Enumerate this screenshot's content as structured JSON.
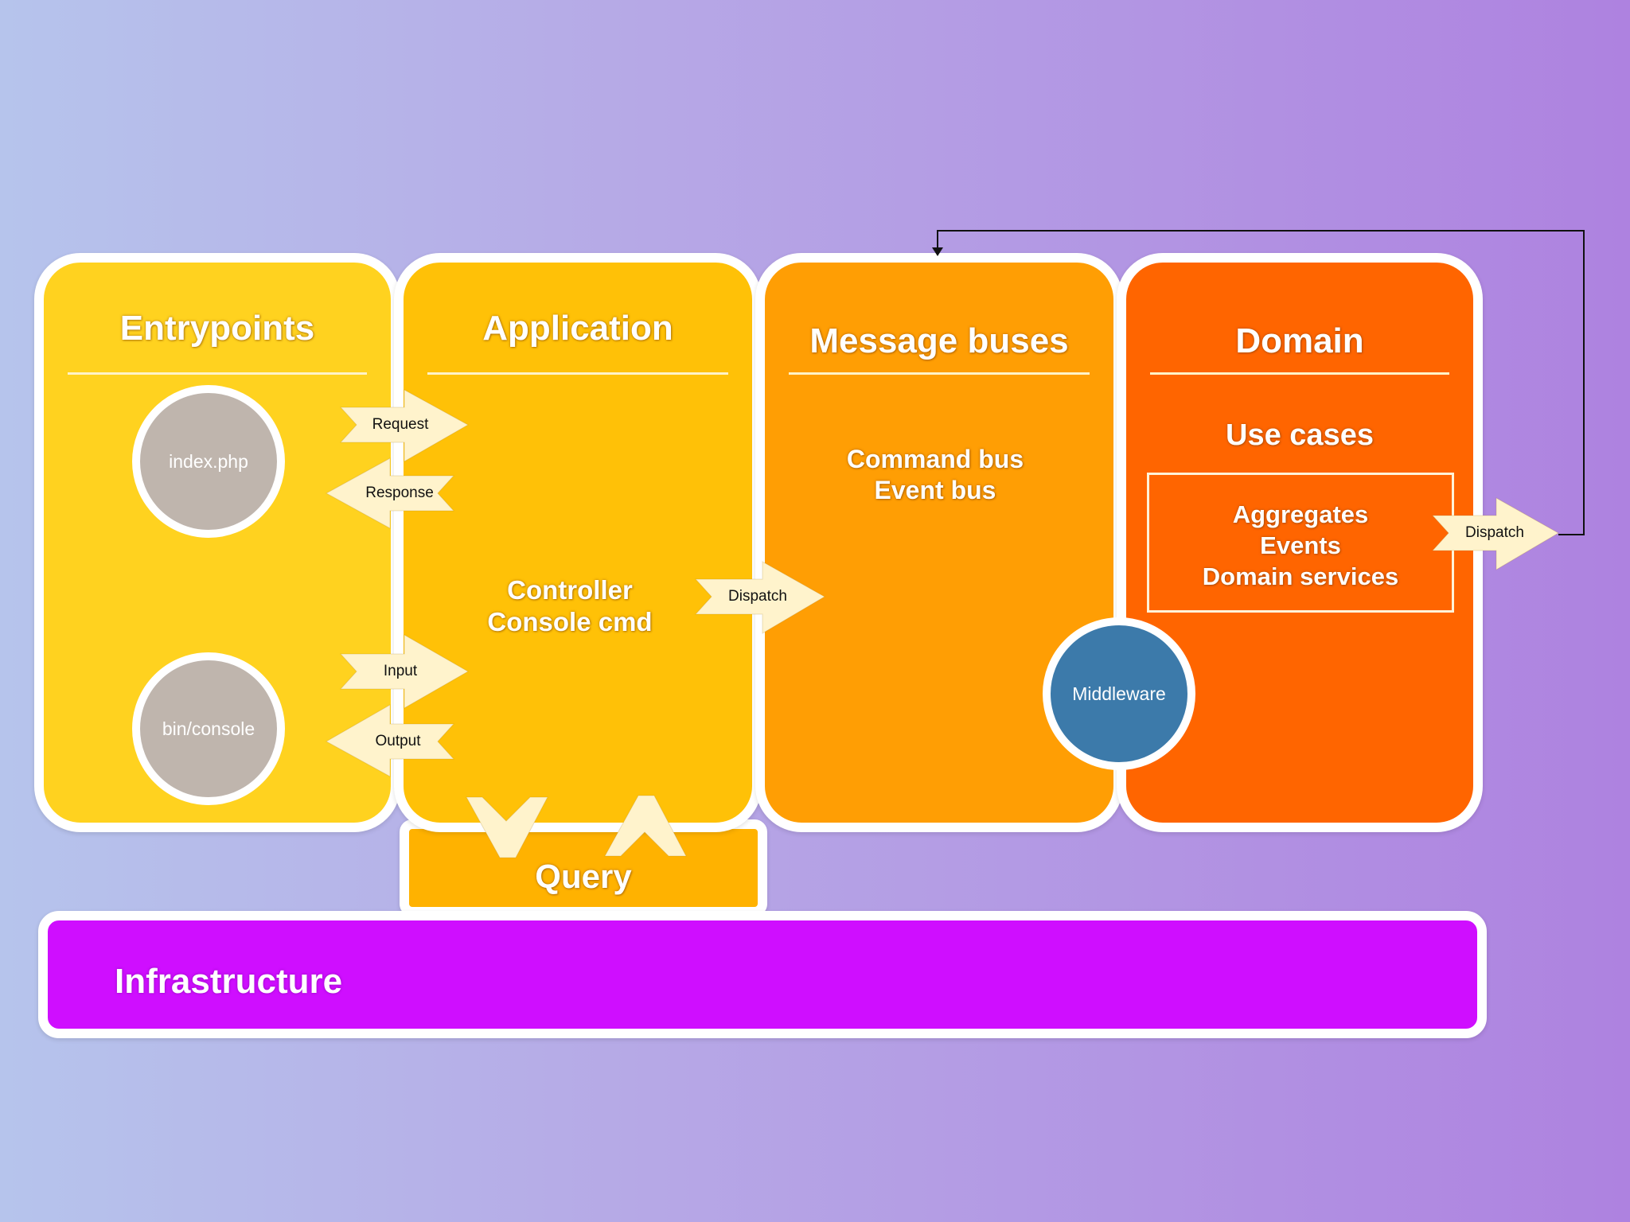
{
  "layers": {
    "entrypoints": {
      "title": "Entrypoints",
      "items": [
        "index.php",
        "bin/console"
      ]
    },
    "application": {
      "title": "Application",
      "lines": [
        "Controller",
        "Console cmd"
      ]
    },
    "message_buses": {
      "title": "Message buses",
      "lines": [
        "Command bus",
        "Event bus"
      ]
    },
    "domain": {
      "title": "Domain",
      "subtitle": "Use cases",
      "lines": [
        "Aggregates",
        "Events",
        "Domain services"
      ]
    },
    "query": {
      "title": "Query"
    },
    "infrastructure": {
      "title": "Infrastructure"
    },
    "middleware": {
      "label": "Middleware"
    }
  },
  "arrows": {
    "request": "Request",
    "response": "Response",
    "input": "Input",
    "output": "Output",
    "dispatch_app": "Dispatch",
    "dispatch_domain": "Dispatch"
  },
  "colors": {
    "entrypoints": "#ffd21f",
    "application": "#ffc107",
    "message_buses": "#ff9e04",
    "domain": "#ff6500",
    "query": "#ffb200",
    "infrastructure": "#cf0eff",
    "middleware": "#3c7aaa",
    "item_circle": "#bfb5ad",
    "arrow": "#fff3cc"
  }
}
